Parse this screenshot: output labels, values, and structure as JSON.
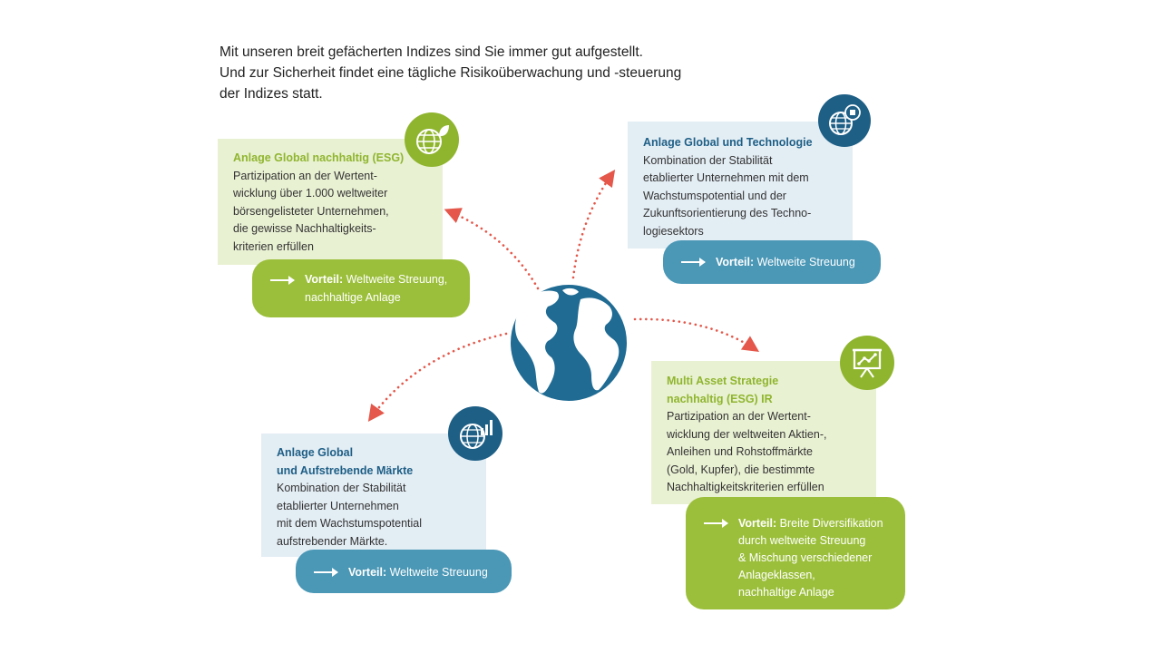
{
  "intro": [
    "Mit unseren breit gefächerten Indizes sind Sie immer gut aufgestellt.",
    "Und zur Sicherheit findet eine tägliche Risikoüberwachung und -steuerung",
    "der Indizes statt."
  ],
  "colors": {
    "green": "#9bbf3a",
    "green_light": "#e9f1d3",
    "blue": "#4a97b6",
    "blue_light": "#e3edf4",
    "navy": "#1e5f86",
    "dots": "#e4574a"
  },
  "cards": {
    "esg": {
      "title": "Anlage Global nachhaltig (ESG)",
      "lines": [
        "Partizipation an der Wertent-",
        "wicklung über 1.000 weltweiter",
        "börsengelisteter Unternehmen,",
        "die gewisse Nachhaltigkeits-",
        "kriterien erfüllen"
      ],
      "benefit_label": "Vorteil:",
      "benefit_lines": [
        " Weltweite Streuung,",
        "nachhaltige Anlage"
      ],
      "icon": "globe-leaf-icon"
    },
    "tech": {
      "title": "Anlage Global und Technologie",
      "lines": [
        "Kombination der Stabilität",
        "etablierter Unternehmen mit dem",
        "Wachstumspotential und der",
        "Zukunftsorientierung des Techno-",
        "logiesektors"
      ],
      "benefit_label": "Vorteil:",
      "benefit_lines": [
        " Weltweite Streuung"
      ],
      "icon": "globe-chip-icon"
    },
    "emerging": {
      "title_lines": [
        "Anlage Global",
        "und Aufstrebende Märkte"
      ],
      "lines": [
        "Kombination der Stabilität",
        "etablierter Unternehmen",
        "mit dem Wachstumspotential",
        "aufstrebender Märkte."
      ],
      "benefit_label": "Vorteil:",
      "benefit_lines": [
        " Weltweite Streuung"
      ],
      "icon": "globe-chart-icon"
    },
    "multi": {
      "title_lines": [
        "Multi Asset Strategie",
        "nachhaltig (ESG) IR"
      ],
      "lines": [
        "Partizipation an der Wertent-",
        "wicklung der weltweiten Aktien-,",
        "Anleihen und Rohstoffmärkte",
        "(Gold, Kupfer), die bestimmte",
        "Nachhaltigkeitskriterien erfüllen"
      ],
      "benefit_label": "Vorteil:",
      "benefit_lines": [
        " Breite Diversifikation",
        "durch weltweite Streuung",
        "& Mischung verschiedener",
        "Anlageklassen,",
        "nachhaltige Anlage"
      ],
      "icon": "presentation-board-icon"
    }
  },
  "center_icon": "earth-globe-icon"
}
